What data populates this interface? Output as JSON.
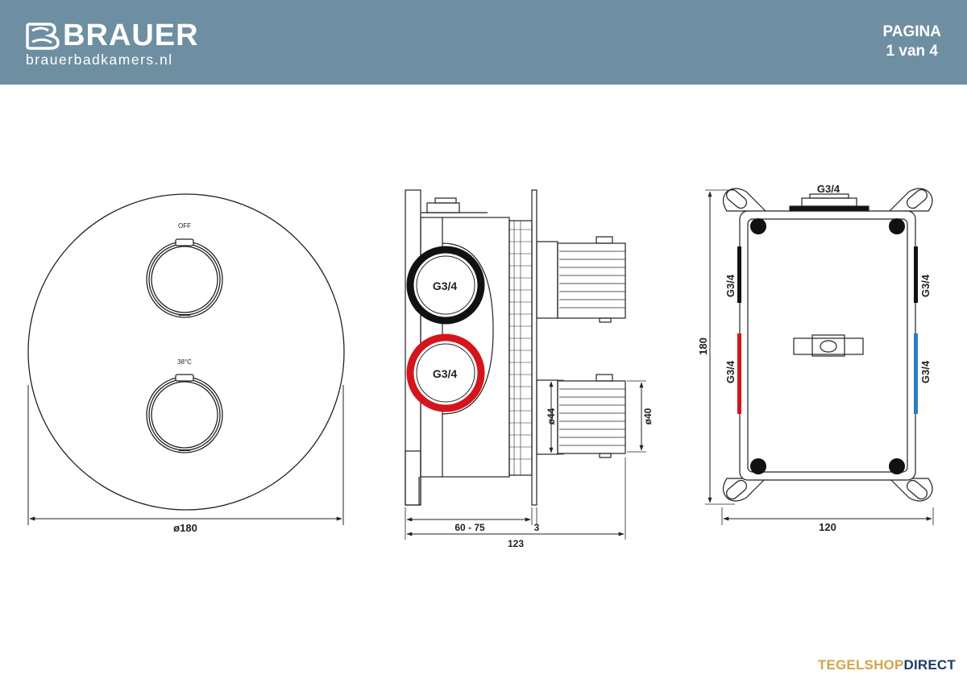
{
  "header": {
    "brand_name": "BRAUER",
    "brand_url": "brauerbadkamers.nl",
    "page_word": "PAGINA",
    "page_number": "1 van 4",
    "background_color": "#6e8fa2"
  },
  "front_view": {
    "top_handle_label": "OFF",
    "bottom_handle_label": "38°C",
    "diameter_dimension": "ø180"
  },
  "side_view": {
    "outlet_top_label": "G3/4",
    "outlet_bottom_label": "G3/4",
    "handle_diameter_dimension": "ø44",
    "handle_inner_dimension": "ø40",
    "depth_dimension": "60 - 75",
    "plate_dimension": "3",
    "total_depth_dimension": "123",
    "outlet_top_color": "#111111",
    "outlet_bottom_color": "#d6141c"
  },
  "back_view": {
    "top_connection_label": "G3/4",
    "left_top_label": "G3/4",
    "left_bottom_label": "G3/4",
    "right_top_label": "G3/4",
    "right_bottom_label": "G3/4",
    "height_dimension": "180",
    "width_dimension": "120",
    "hot_color": "#d6141c",
    "cold_color": "#2a7fc1"
  },
  "footer": {
    "brand_part1": "TEGELSHOP",
    "brand_part2": "DIRECT",
    "brand_color_1": "#d2a64a",
    "brand_color_2": "#1e3c68"
  }
}
